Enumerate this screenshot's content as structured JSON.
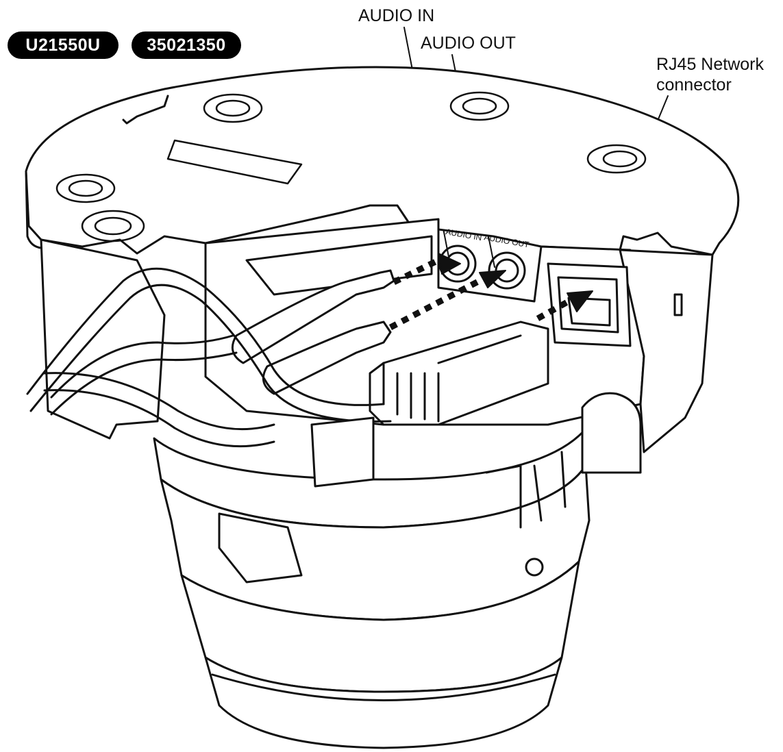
{
  "model_badges": [
    "U21550U",
    "35021350"
  ],
  "callouts": {
    "audio_in": "AUDIO IN",
    "audio_out": "AUDIO OUT",
    "rj45_line1": "RJ45 Network",
    "rj45_line2": "connector"
  },
  "port_markings": {
    "audio_in": "AUDIO IN",
    "audio_out": "AUDIO OUT"
  },
  "colors": {
    "line": "#111111",
    "badge_bg": "#000000",
    "badge_text": "#ffffff",
    "background": "#ffffff"
  }
}
